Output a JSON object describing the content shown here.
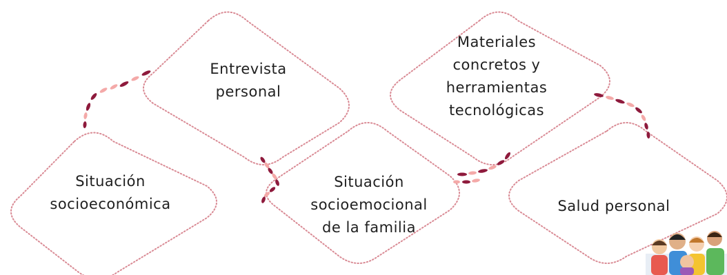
{
  "header": {
    "title_fragment": ""
  },
  "nodes": [
    {
      "id": "entrevista",
      "lines": [
        "Entrevista",
        "personal"
      ]
    },
    {
      "id": "materiales",
      "lines": [
        "Materiales",
        "concretos y",
        "herramientas",
        "tecnológicas"
      ]
    },
    {
      "id": "situacion-socioeconomica",
      "lines": [
        "Situación",
        "socioeconómica"
      ]
    },
    {
      "id": "situacion-socioemocional",
      "lines": [
        "Situación",
        "socioemocional",
        "de la familia"
      ]
    },
    {
      "id": "salud",
      "lines": [
        "Salud personal"
      ]
    }
  ],
  "colors": {
    "border": "#d98a94",
    "connector_dark": "#8e1a3c",
    "connector_light": "#f4a9a8",
    "text": "#1f1f1f"
  },
  "illustration": {
    "name": "children-group-illustration"
  }
}
